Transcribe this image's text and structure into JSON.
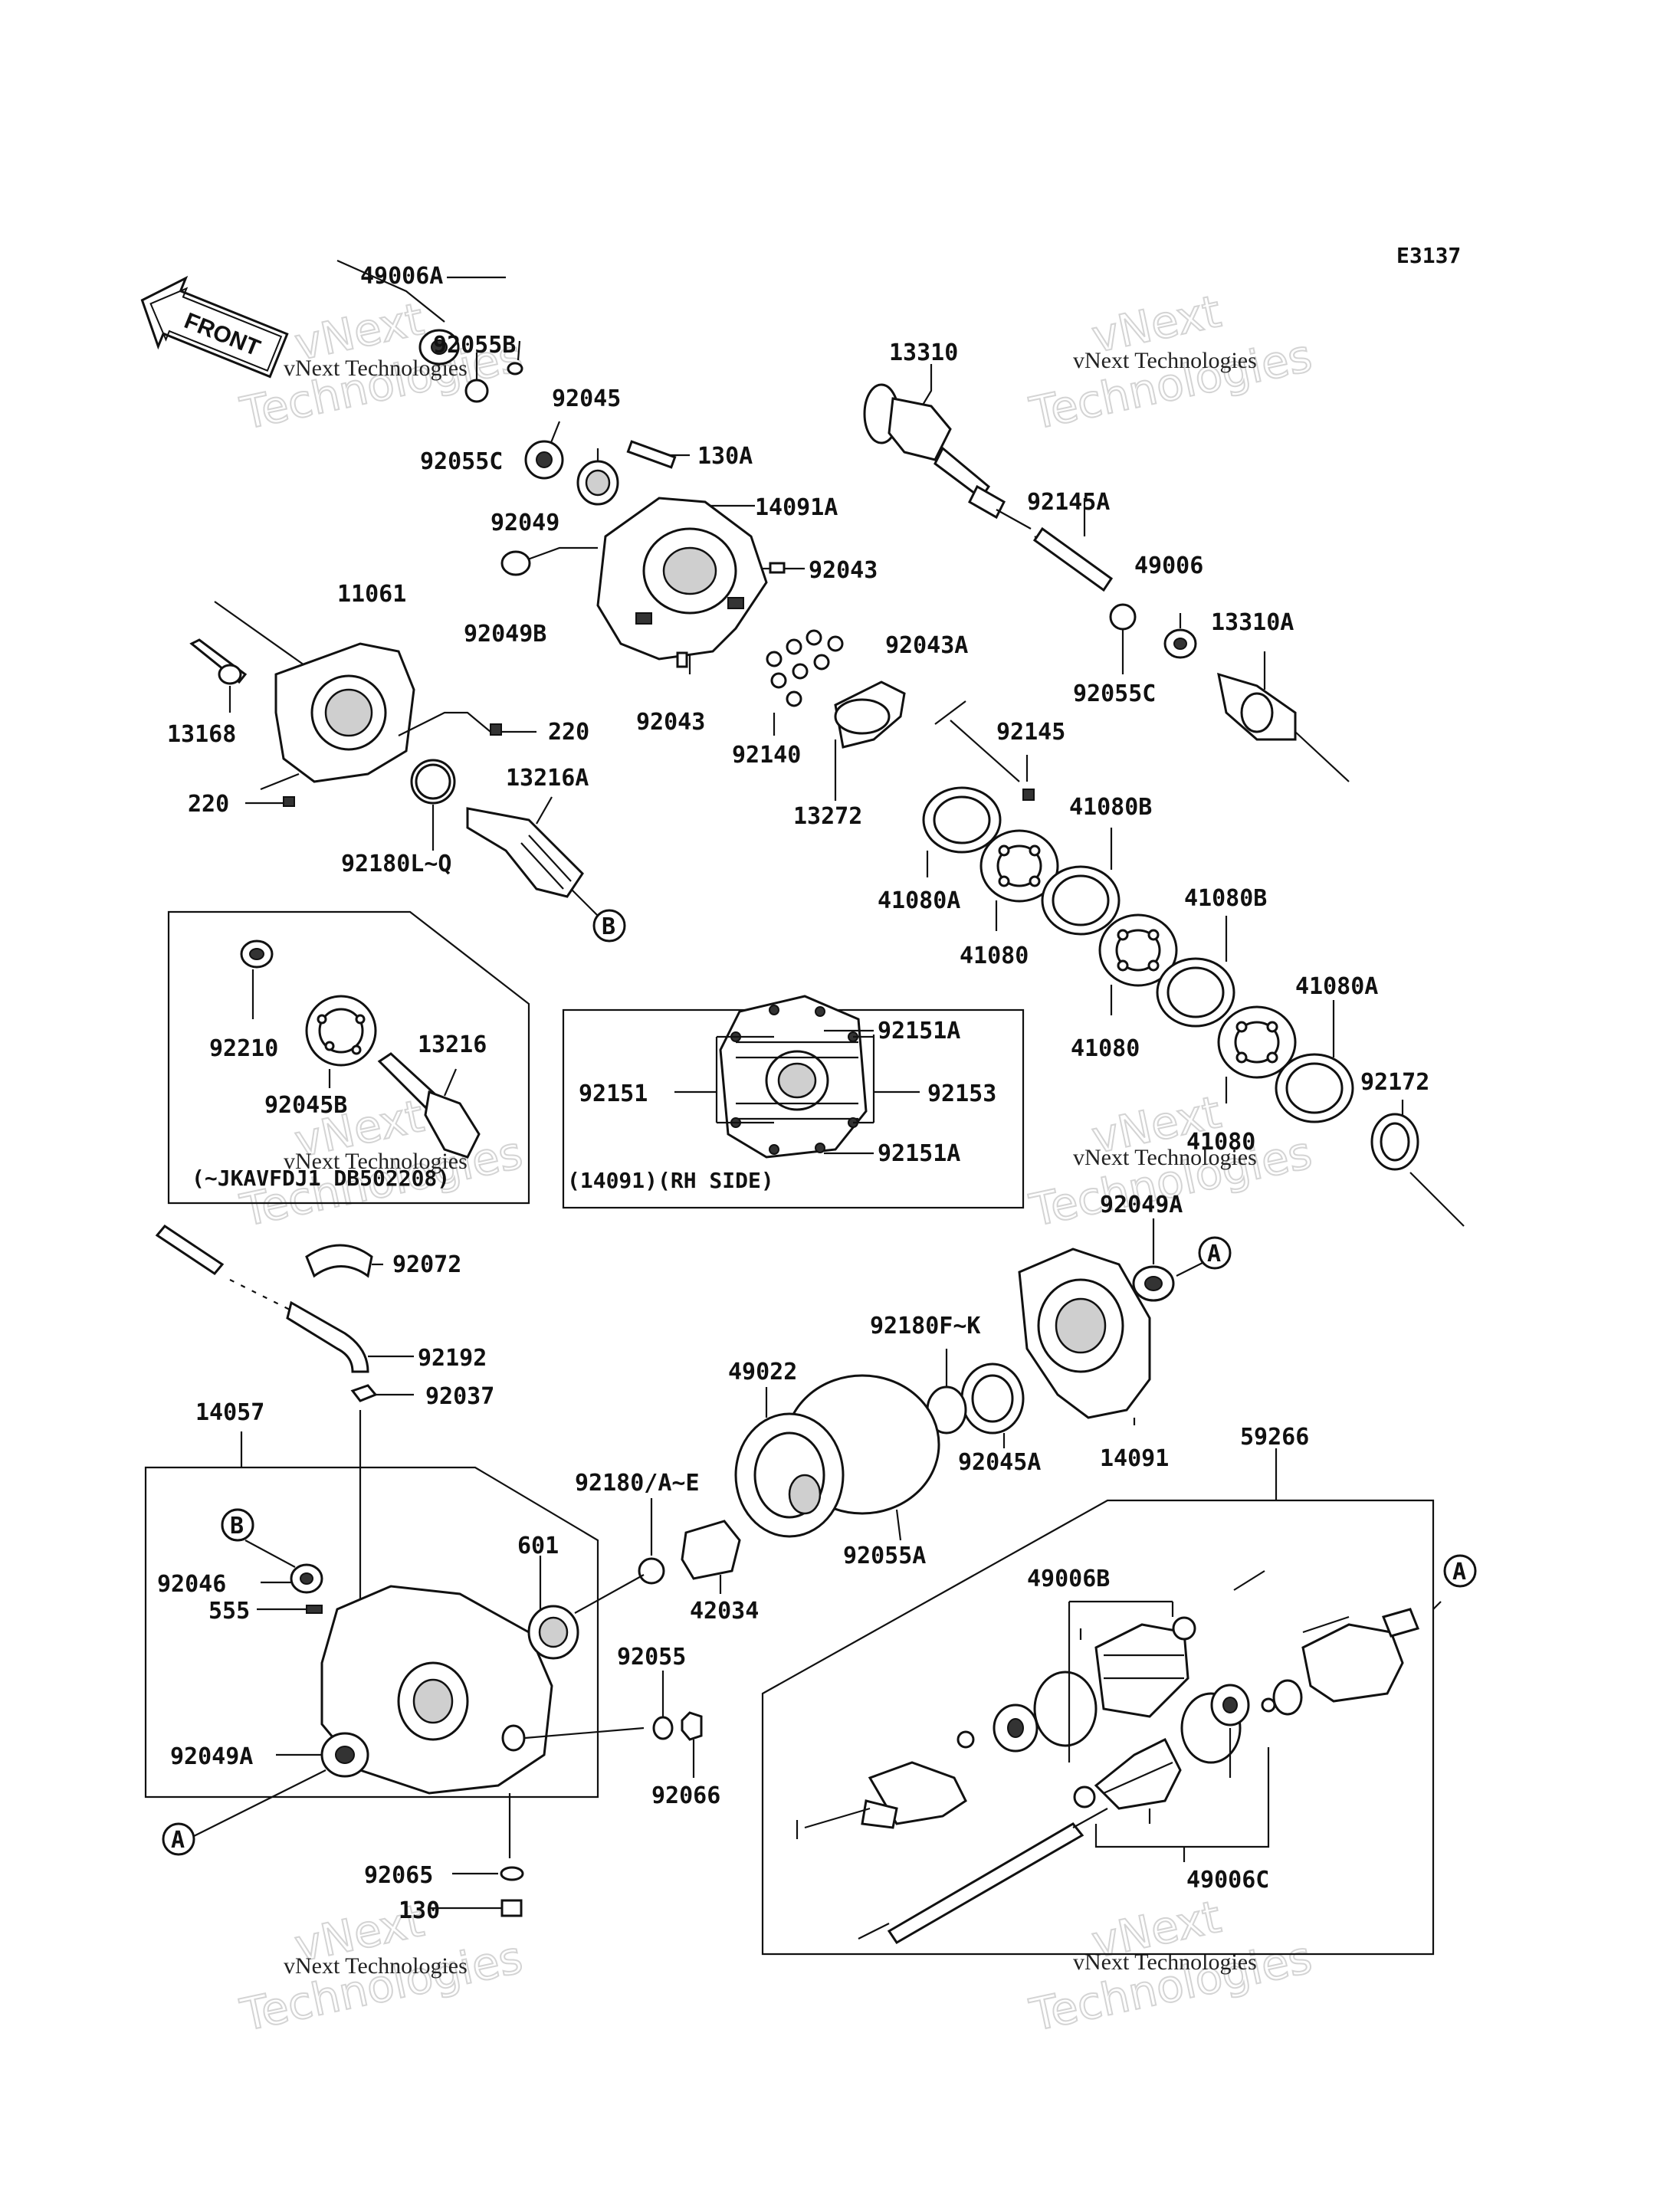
{
  "diagram_code": "E3137",
  "front_label": "FRONT",
  "watermark": {
    "company": "vNext Technologies",
    "brand_line1": "vNext",
    "brand_line2": "Technologies"
  },
  "callouts": {
    "circle_a": "A",
    "circle_b": "B"
  },
  "inset_left": {
    "note": "(~JKAVFDJ1 DB502208)"
  },
  "inset_rh_side": {
    "note": "(14091)(RH SIDE)"
  },
  "parts": {
    "p49006A": "49006A",
    "p92055B": "92055B",
    "p92055C_top": "92055C",
    "p92045": "92045",
    "p130A": "130A",
    "p92049": "92049",
    "p14091A": "14091A",
    "p92043_top": "92043",
    "p92049B": "92049B",
    "p92043_bottom": "92043",
    "p11061": "11061",
    "p13168": "13168",
    "p220_right": "220",
    "p220_left": "220",
    "p13216A": "13216A",
    "p92180LQ": "92180L~Q",
    "p13310": "13310",
    "p92145A": "92145A",
    "p49006": "49006",
    "p13310A": "13310A",
    "p92055C_right": "92055C",
    "p92043A": "92043A",
    "p92145": "92145",
    "p92140": "92140",
    "p13272": "13272",
    "p41080B_1": "41080B",
    "p41080A_1": "41080A",
    "p41080_1": "41080",
    "p41080B_2": "41080B",
    "p41080_2": "41080",
    "p41080A_2": "41080A",
    "p92172": "92172",
    "p41080_3": "41080",
    "p92210": "92210",
    "p13216": "13216",
    "p92045B": "92045B",
    "p92151A_top": "92151A",
    "p92151": "92151",
    "p92153": "92153",
    "p92151A_bottom": "92151A",
    "p92049A_top": "92049A",
    "p92072": "92072",
    "p92192": "92192",
    "p92037": "92037",
    "p14057": "14057",
    "p92180FK": "92180F~K",
    "p49022": "49022",
    "p14091": "14091",
    "p92045A": "92045A",
    "p59266": "59266",
    "p92180AE": "92180/A~E",
    "p601": "601",
    "p92046": "92046",
    "p555": "555",
    "p42034": "42034",
    "p92055A": "92055A",
    "p49006B": "49006B",
    "p92055": "92055",
    "p92049A_bottom": "92049A",
    "p92066": "92066",
    "p92065": "92065",
    "p130": "130",
    "p49006C": "49006C"
  }
}
